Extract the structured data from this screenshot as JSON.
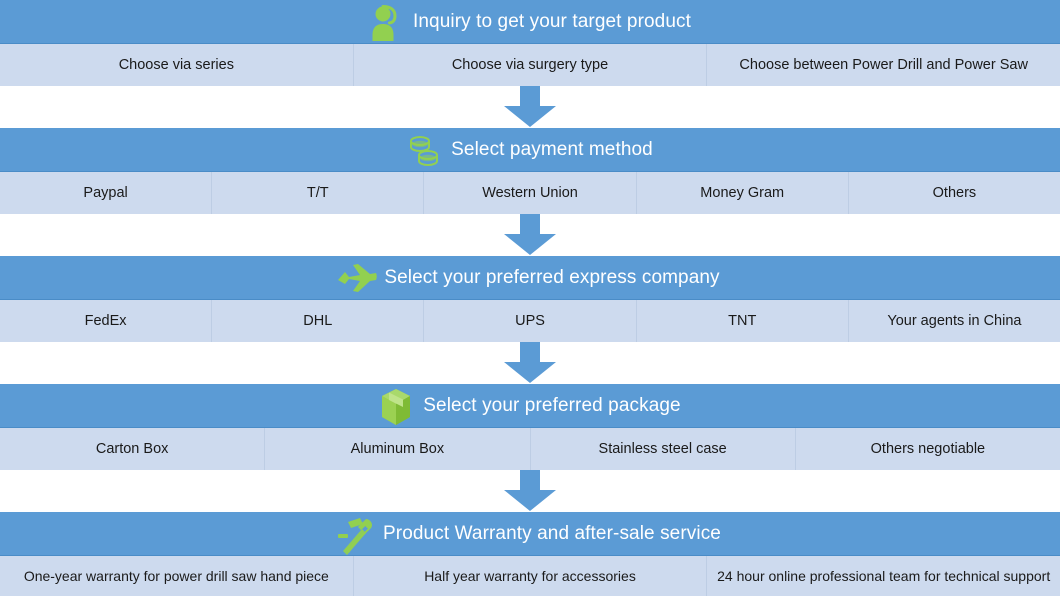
{
  "theme": {
    "header_blue": "#5B9BD5",
    "option_blue": "#CDDAEE",
    "icon_green": "#92D050",
    "title_color": "#FFFFFF",
    "option_text_color": "#1A1A1A",
    "arrow_color": "#5B9BD5"
  },
  "stages": [
    {
      "icon": "person-headset-icon",
      "title": "Inquiry to get your target product",
      "options": [
        "Choose via series",
        "Choose via surgery type",
        "Choose  between Power Drill and Power Saw"
      ]
    },
    {
      "icon": "coins-icon",
      "title": "Select payment method",
      "options": [
        "Paypal",
        "T/T",
        "Western Union",
        "Money Gram",
        "Others"
      ]
    },
    {
      "icon": "airplane-icon",
      "title": "Select your preferred express company",
      "options": [
        "FedEx",
        "DHL",
        "UPS",
        "TNT",
        "Your agents in China"
      ]
    },
    {
      "icon": "package-box-icon",
      "title": "Select your preferred package",
      "options": [
        "Carton Box",
        "Aluminum Box",
        "Stainless steel case",
        "Others negotiable"
      ]
    },
    {
      "icon": "hammer-wrench-icon",
      "title": "Product Warranty and after-sale service",
      "options": [
        "One-year warranty for power drill saw hand piece",
        "Half year warranty for accessories",
        "24 hour online professional team for technical support"
      ]
    }
  ],
  "arrows": [
    {
      "name": "arrow-down-to-payment"
    },
    {
      "name": "arrow-down-to-express"
    },
    {
      "name": "arrow-down-to-package"
    },
    {
      "name": "arrow-down-to-warranty"
    }
  ]
}
